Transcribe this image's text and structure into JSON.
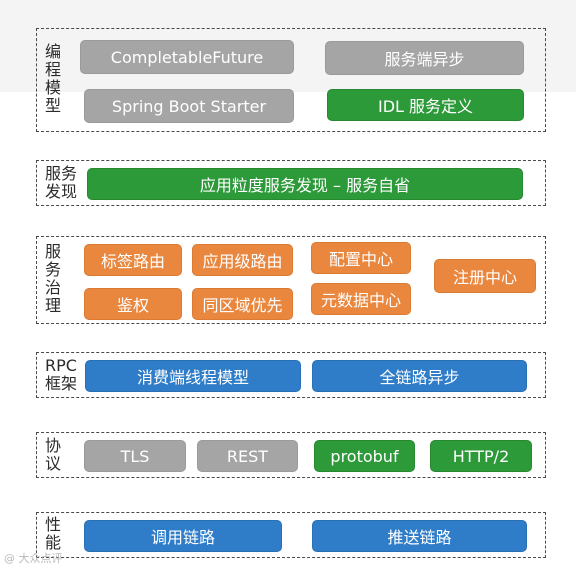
{
  "layers": [
    {
      "label": "编\n程\n模\n型",
      "items": [
        {
          "text": "CompletableFuture",
          "color": "gray"
        },
        {
          "text": "服务端异步",
          "color": "gray"
        },
        {
          "text": "Spring Boot Starter",
          "color": "gray"
        },
        {
          "text": "IDL 服务定义",
          "color": "green"
        }
      ]
    },
    {
      "label": "服务\n发现",
      "items": [
        {
          "text": "应用粒度服务发现 – 服务自省",
          "color": "green"
        }
      ]
    },
    {
      "label": "服\n务\n治\n理",
      "items": [
        {
          "text": "标签路由",
          "color": "orange"
        },
        {
          "text": "应用级路由",
          "color": "orange"
        },
        {
          "text": "配置中心",
          "color": "orange"
        },
        {
          "text": "注册中心",
          "color": "orange"
        },
        {
          "text": "鉴权",
          "color": "orange"
        },
        {
          "text": "同区域优先",
          "color": "orange"
        },
        {
          "text": "元数据中心",
          "color": "orange"
        }
      ]
    },
    {
      "label": "RPC\n框架",
      "items": [
        {
          "text": "消费端线程模型",
          "color": "blue"
        },
        {
          "text": "全链路异步",
          "color": "blue"
        }
      ]
    },
    {
      "label": "协\n议",
      "items": [
        {
          "text": "TLS",
          "color": "gray"
        },
        {
          "text": "REST",
          "color": "gray"
        },
        {
          "text": "protobuf",
          "color": "green"
        },
        {
          "text": "HTTP/2",
          "color": "green"
        }
      ]
    },
    {
      "label": "性\n能",
      "items": [
        {
          "text": "调用链路",
          "color": "blue"
        },
        {
          "text": "推送链路",
          "color": "blue"
        }
      ]
    }
  ],
  "colors": {
    "gray": "#a5a5a5",
    "green": "#2d9a3a",
    "orange": "#e9873f",
    "blue": "#2f7dc8"
  },
  "watermark": "@ 大众点评"
}
